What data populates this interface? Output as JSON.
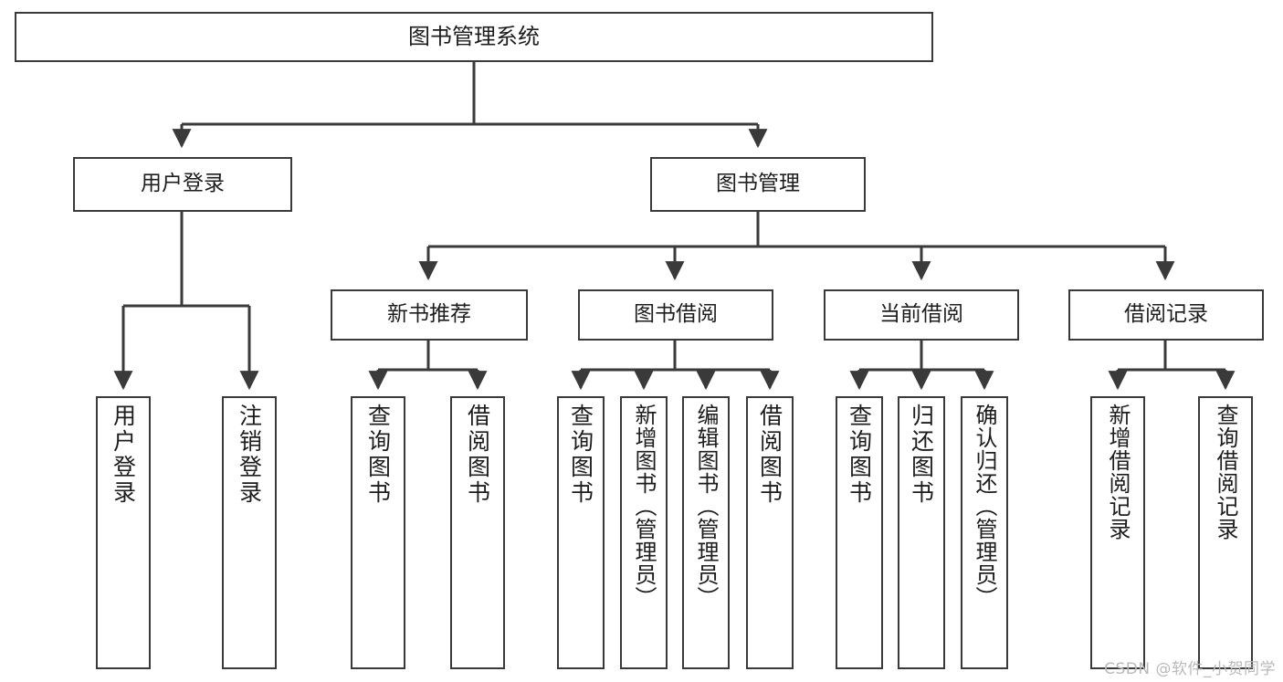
{
  "diagram": {
    "type": "tree-hierarchy-chart",
    "title": "图书管理系统",
    "line_color": "#3a3a3a",
    "box_fill": "#ffffff",
    "text_color": "#1d1d1d",
    "watermark": "CSDN @软件_小贺同学"
  },
  "nodes": {
    "root": {
      "label": "图书管理系统"
    },
    "level1": [
      {
        "label": "用户登录"
      },
      {
        "label": "图书管理"
      }
    ],
    "level2": [
      {
        "label": "新书推荐"
      },
      {
        "label": "图书借阅"
      },
      {
        "label": "当前借阅"
      },
      {
        "label": "借阅记录"
      }
    ],
    "leaves": {
      "user_login": [
        {
          "label": "用户登录"
        },
        {
          "label": "注销登录"
        }
      ],
      "new_book_recommend": [
        {
          "label": "查询图书"
        },
        {
          "label": "借阅图书"
        }
      ],
      "book_borrow": [
        {
          "label": "查询图书"
        },
        {
          "label": "新增图书（管理员）"
        },
        {
          "label": "编辑图书（管理员）"
        },
        {
          "label": "借阅图书"
        }
      ],
      "current_borrow": [
        {
          "label": "查询图书"
        },
        {
          "label": "归还图书"
        },
        {
          "label": "确认归还（管理员）"
        }
      ],
      "borrow_record": [
        {
          "label": "新增借阅记录"
        },
        {
          "label": "查询借阅记录"
        }
      ]
    }
  }
}
